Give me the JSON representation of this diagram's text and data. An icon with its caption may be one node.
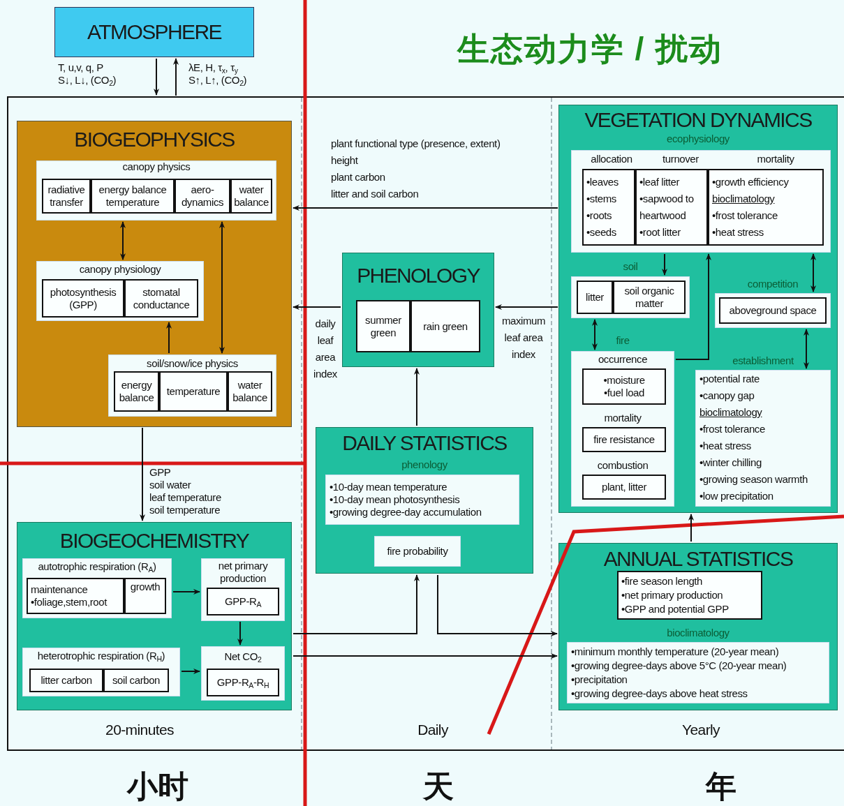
{
  "diagram": {
    "title": "生态动力学 / 扰动",
    "nodes": [
      {
        "text": [
          "ATMOSPHERE"
        ]
      },
      {
        "text": [],
        "shape": "box"
      },
      {
        "text": [
          "BIOGEOPHYSICS"
        ],
        "in": 1
      },
      {
        "text": [
          "canopy physics"
        ],
        "in": 2
      },
      {
        "text": [
          "radiative transfer"
        ],
        "in": 3
      },
      {
        "text": [
          "energy balance temperature"
        ],
        "in": 3
      },
      {
        "text": [
          "aero- dynamics"
        ],
        "in": 3
      },
      {
        "text": [
          "water balance"
        ],
        "in": 3
      },
      {
        "text": [
          "canopy physiology"
        ],
        "in": 2
      },
      {
        "text": [
          "photosynthesis (GPP)"
        ],
        "in": 8
      },
      {
        "text": [
          "stomatal conductance"
        ],
        "in": 8
      },
      {
        "text": [
          "soil/snow/ice physics"
        ],
        "in": 2
      },
      {
        "text": [
          "energy balance"
        ],
        "in": 11
      },
      {
        "text": [
          "temperature"
        ],
        "in": 11
      },
      {
        "text": [
          "water balance"
        ],
        "in": 11
      },
      {
        "text": [
          "BIOGEOCHEMISTRY"
        ],
        "in": 1
      },
      {
        "text": [
          "autotrophic respiration (R$_{A}$)"
        ],
        "in": 15
      },
      {
        "text": [
          "maintenance •foliage,stem,root"
        ],
        "in": 16
      },
      {
        "text": [
          "growth"
        ],
        "in": 16
      },
      {
        "text": [
          "net primary production"
        ],
        "in": 15
      },
      {
        "text": [
          "GPP-R$_{A}$"
        ],
        "in": 19
      },
      {
        "text": [
          "heterotrophic respiration (R$_{H}$)"
        ],
        "in": 15
      },
      {
        "text": [
          "litter carbon"
        ],
        "in": 21
      },
      {
        "text": [
          "soil carbon"
        ],
        "in": 21
      },
      {
        "text": [
          "Net CO$_{2}$"
        ],
        "in": 15
      },
      {
        "text": [
          "GPP-R$_{A}$-R$_{H}$"
        ],
        "in": 24
      },
      {
        "text": [
          "PHENOLOGY"
        ],
        "in": 1
      },
      {
        "text": [
          "summer green"
        ],
        "in": 26
      },
      {
        "text": [
          "rain green"
        ],
        "in": 26
      },
      {
        "text": [
          "DAILY STATISTICS",
          "phenology"
        ],
        "in": 1
      },
      {
        "text": [
          "•10-day mean temperature •10-day mean photosynthesis •growing degree-day accumulation"
        ],
        "in": 29
      },
      {
        "text": [
          "fire probability"
        ],
        "in": 29
      },
      {
        "text": [
          "VEGETATION DYNAMICS",
          "ecophysiology"
        ],
        "in": 1
      },
      {
        "text": [
          "allocation",
          "turnover",
          "mortality"
        ],
        "in": 32
      },
      {
        "text": [
          "•leaves •stems •roots •seeds"
        ],
        "in": 33
      },
      {
        "text": [
          "•leaf litter •sapwood to heartwood •root litter"
        ],
        "in": 33
      },
      {
        "text": [
          "•growth efficiency",
          "bioclimatology",
          "•frost tolerance",
          "•heat stress"
        ],
        "in": 33
      },
      {
        "text": [
          "soil"
        ],
        "in": 32
      },
      {
        "text": [
          "litter"
        ],
        "in": 37
      },
      {
        "text": [
          "soil organic matter"
        ],
        "in": 37
      },
      {
        "text": [
          "competition"
        ],
        "in": 32
      },
      {
        "text": [
          "aboveground space"
        ],
        "in": 40
      },
      {
        "text": [
          "fire",
          "occurrence",
          "mortality",
          "combustion"
        ],
        "in": 32
      },
      {
        "text": [
          "•moisture •fuel load"
        ],
        "in": 42
      },
      {
        "text": [
          "fire resistance"
        ],
        "in": 42
      },
      {
        "text": [
          "plant, litter"
        ],
        "in": 42
      },
      {
        "text": [
          "establishment",
          "•potential rate",
          "•canopy gap",
          "bioclimatology",
          "•frost tolerance",
          "•heat stress",
          "•winter chilling",
          "•growing season warmth",
          "•low precipitation"
        ],
        "in": 32
      },
      {
        "text": [
          "ANNUAL STATISTICS",
          "bioclimatology"
        ],
        "in": 1
      },
      {
        "text": [
          "•fire season length •net primary production •GPP and potential GPP"
        ],
        "in": 47
      },
      {
        "text": [
          "•minimum monthly temperature (20-year mean) •growing degree-days above 5°C (20-year mean) •precipitation •growing degree-days above heat stress"
        ],
        "in": 47
      }
    ],
    "edges": [
      {
        "from": 0,
        "to": 1,
        "arrow": "to",
        "label": "T, u,v, q, P S↓, L↓, (CO$_{2}$)"
      },
      {
        "from": 1,
        "to": 0,
        "arrow": "to",
        "label": "λE, H, τ$_{x}$, τ$_{y}$ S↑, L↑, (CO$_{2}$)"
      },
      {
        "from": 3,
        "to": 8,
        "arrow": "both"
      },
      {
        "from": 3,
        "to": 11,
        "arrow": "both"
      },
      {
        "from": 11,
        "to": 8,
        "arrow": "to"
      },
      {
        "from": 2,
        "to": 15,
        "arrow": "to",
        "label": "GPP soil water leaf temperature soil temperature"
      },
      {
        "from": 16,
        "to": 19,
        "arrow": "to"
      },
      {
        "from": 19,
        "to": 24,
        "arrow": "to"
      },
      {
        "from": 21,
        "to": 24,
        "arrow": "to"
      },
      {
        "from": 32,
        "to": 2,
        "arrow": "to",
        "label": "plant functional type (presence, extent) height plant carbon litter and soil carbon"
      },
      {
        "from": 26,
        "to": 2,
        "arrow": "to",
        "label": "daily leaf area index"
      },
      {
        "from": 32,
        "to": 26,
        "arrow": "to",
        "label": "maximum leaf area index"
      },
      {
        "from": 29,
        "to": 26,
        "arrow": "to"
      },
      {
        "from": 15,
        "to": 29,
        "arrow": "to"
      },
      {
        "from": 29,
        "to": 47,
        "arrow": "to"
      },
      {
        "from": 15,
        "to": 47,
        "arrow": "to"
      },
      {
        "from": 33,
        "to": 37,
        "arrow": "to"
      },
      {
        "from": 42,
        "to": 33,
        "arrow": "to"
      },
      {
        "from": 37,
        "to": 42,
        "arrow": "both"
      },
      {
        "from": 33,
        "to": 40,
        "arrow": "both"
      },
      {
        "from": 40,
        "to": 46,
        "arrow": "both"
      },
      {
        "from": 47,
        "to": 32,
        "arrow": "to"
      }
    ],
    "labels": [
      "20-minutes",
      "Daily",
      "Yearly",
      "小时",
      "天",
      "年"
    ]
  }
}
